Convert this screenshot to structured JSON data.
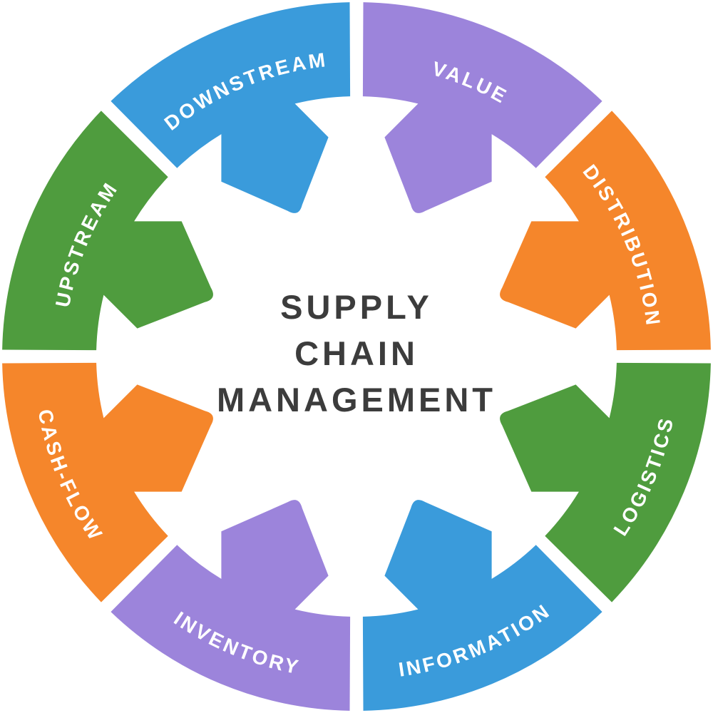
{
  "title": {
    "lines": [
      "SUPPLY",
      "CHAIN",
      "MANAGEMENT"
    ],
    "color": "#3C3C3C"
  },
  "wheel": {
    "label_color": "#FFFFFF",
    "background_color": "#FFFFFF",
    "segments": [
      {
        "label": "DOWNSTREAM",
        "color": "#3A9BDB",
        "position_deg": 337.5
      },
      {
        "label": "VALUE",
        "color": "#9C84DB",
        "position_deg": 22.5
      },
      {
        "label": "DISTRIBUTION",
        "color": "#F5862B",
        "position_deg": 67.5
      },
      {
        "label": "LOGISTICS",
        "color": "#4F9C3E",
        "position_deg": 112.5
      },
      {
        "label": "INFORMATION",
        "color": "#3A9BDB",
        "position_deg": 157.5
      },
      {
        "label": "INVENTORY",
        "color": "#9C84DB",
        "position_deg": 202.5
      },
      {
        "label": "CASH-FLOW",
        "color": "#F5862B",
        "position_deg": 247.5
      },
      {
        "label": "UPSTREAM",
        "color": "#4F9C3E",
        "position_deg": 292.5
      }
    ]
  }
}
